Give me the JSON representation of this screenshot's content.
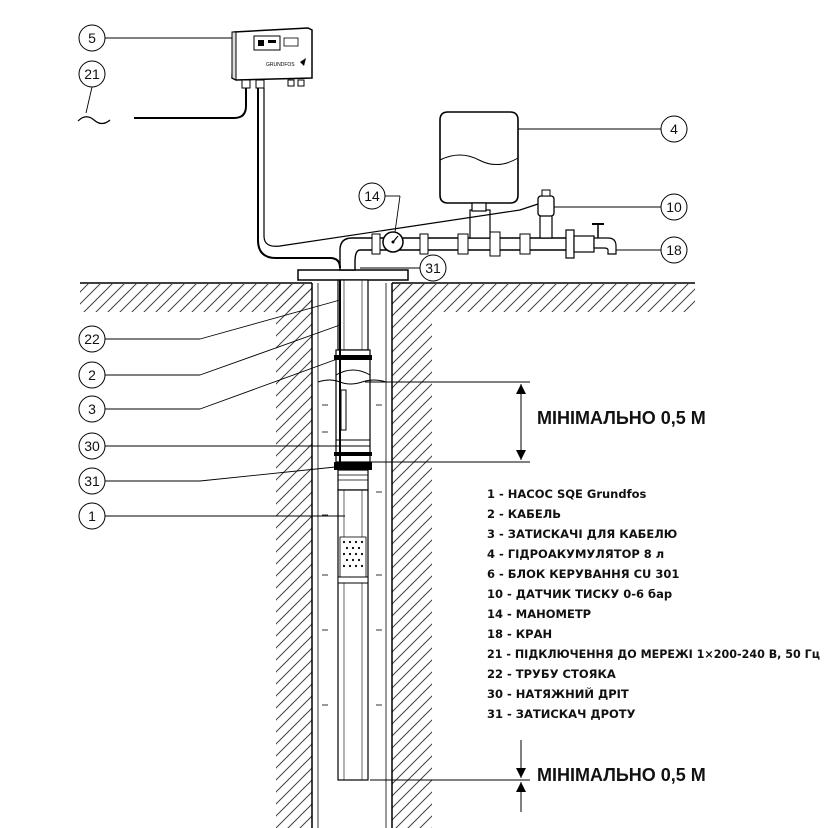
{
  "callouts": {
    "c5": "5",
    "c21": "21",
    "c4": "4",
    "c14": "14",
    "c10": "10",
    "c18": "18",
    "c31_top": "31",
    "c22": "22",
    "c2": "2",
    "c3": "3",
    "c30": "30",
    "c31_bottom": "31",
    "c1": "1"
  },
  "dimensions": {
    "min_top": "МІНІМАЛЬНО 0,5 М",
    "min_bottom": "МІНІМАЛЬНО 0,5 М"
  },
  "legend": [
    "1 -  НАСОС SQE Grundfos",
    "2 -  КАБЕЛЬ",
    "3 -  ЗАТИСКАЧІ ДЛЯ КАБЕЛЮ",
    "4 -  ГІДРОАКУМУЛЯТОР 8 л",
    "6 -  БЛОК КЕРУВАННЯ CU 301",
    "10 - ДАТЧИК ТИСКУ 0-6 бар",
    "14 - МАНОМЕТР",
    "18 - КРАН",
    "21 - ПІДКЛЮЧЕННЯ ДО МЕРЕЖІ 1×200-240 В, 50 Гц",
    "22 - ТРУБУ СТОЯКА",
    "30 - НАТЯЖНИЙ ДРІТ",
    "31 - ЗАТИСКАЧ ДРОТУ"
  ],
  "control_box": {
    "brand": "GRUNDFOS"
  }
}
